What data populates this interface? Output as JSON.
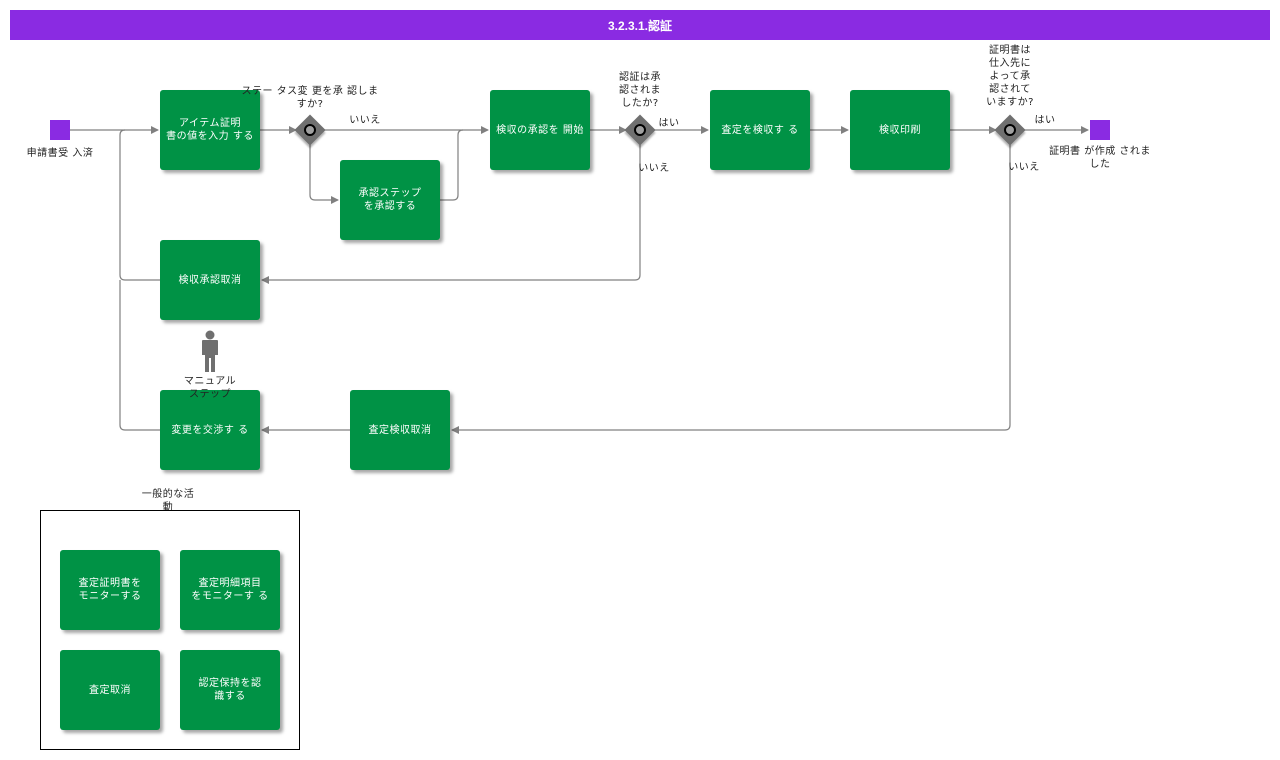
{
  "header": {
    "title": "3.2.3.1.認証"
  },
  "events": {
    "start_label": "申請書受 入済",
    "end_label": "証明書 が作成 されま\nした"
  },
  "tasks": {
    "enter_item_cert": "アイテム証明\n書の値を入力 する",
    "approve_step": "承認ステップ\nを承認する",
    "start_receipt_approval": "検収の承認を 開始",
    "review_assessment": "査定を検収す る",
    "receipt_print": "検収印刷",
    "cancel_receipt_approval": "検収承認取消",
    "negotiate_change": "変更を交渉す る",
    "cancel_assessment_receipt": "査定検収取消",
    "monitor_cert": "査定証明書を\nモニターする",
    "monitor_detail": "査定明細項目\nをモニターす る",
    "cancel_assessment": "査定取消",
    "recognize_cert_hold": "認定保持を認\n識する"
  },
  "gateways": {
    "g1_question": "ステー タス変 更を承 認しま\nすか?",
    "g1_no": "いいえ",
    "g2_question": "認証は承\n認されま\nしたか?",
    "g2_yes": "はい",
    "g2_no": "いいえ",
    "g3_question": "証明書は\n仕入先に\nよって承\n認されて\nいますか?",
    "g3_yes": "はい",
    "g3_no": "いいえ"
  },
  "manual": {
    "label": "マニュアル\nステップ"
  },
  "group": {
    "label": "一般的な活\n動"
  },
  "colors": {
    "accent": "#8a2be2",
    "task": "#009245",
    "line": "#808080",
    "gateway": "#707070"
  }
}
